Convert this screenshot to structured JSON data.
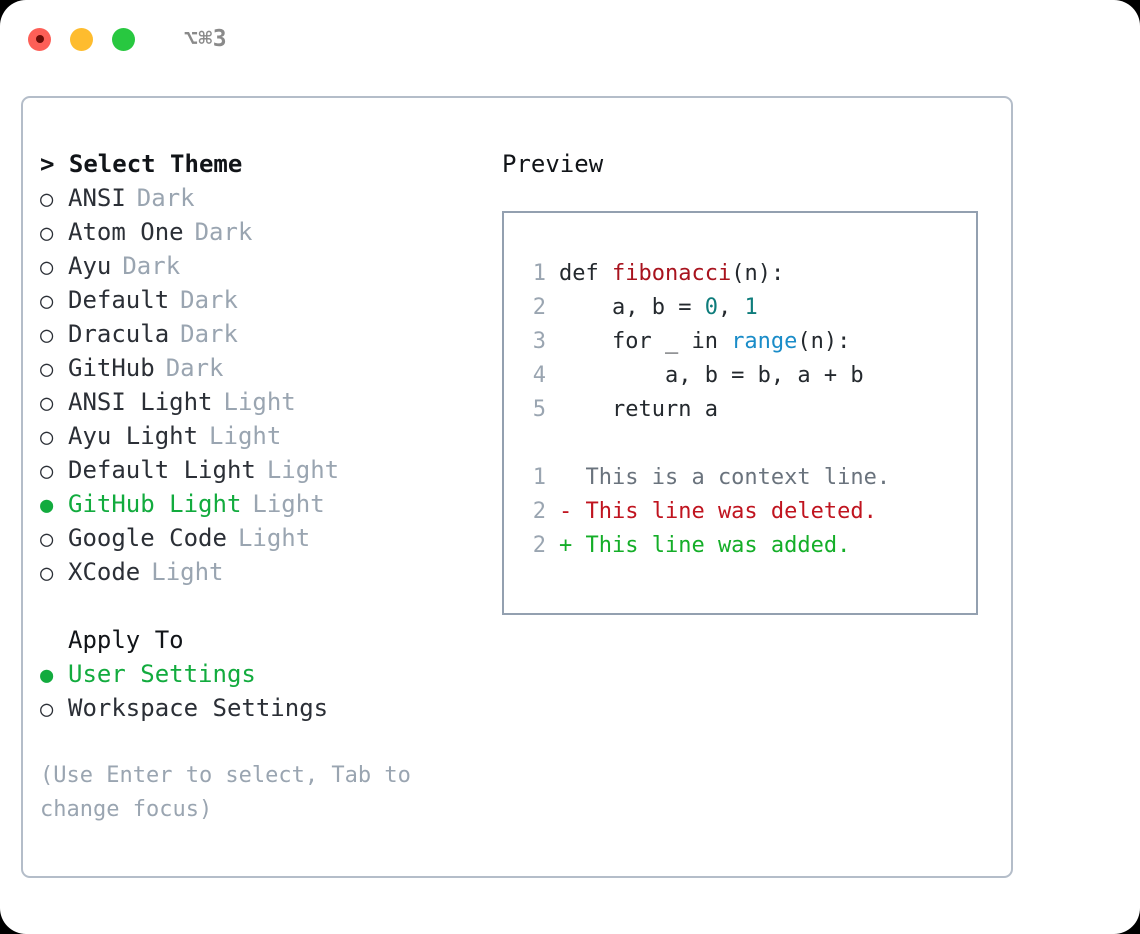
{
  "titlebar": {
    "shortcut": "⌥⌘3",
    "lights": [
      {
        "name": "close",
        "color": "#fd5f57"
      },
      {
        "name": "minimize",
        "color": "#febc2e"
      },
      {
        "name": "maximize",
        "color": "#28c840"
      }
    ]
  },
  "theme_picker": {
    "heading": "> Select Theme",
    "marker_unselected": "○",
    "marker_selected": "●",
    "accent_color": "#12ab3e",
    "items": [
      {
        "label": "ANSI",
        "badge": "Dark",
        "selected": false
      },
      {
        "label": "Atom One",
        "badge": "Dark",
        "selected": false
      },
      {
        "label": "Ayu",
        "badge": "Dark",
        "selected": false
      },
      {
        "label": "Default",
        "badge": "Dark",
        "selected": false
      },
      {
        "label": "Dracula",
        "badge": "Dark",
        "selected": false
      },
      {
        "label": "GitHub",
        "badge": "Dark",
        "selected": false
      },
      {
        "label": "ANSI Light",
        "badge": "Light",
        "selected": false
      },
      {
        "label": "Ayu Light",
        "badge": "Light",
        "selected": false
      },
      {
        "label": "Default Light",
        "badge": "Light",
        "selected": false
      },
      {
        "label": "GitHub Light",
        "badge": "Light",
        "selected": true
      },
      {
        "label": "Google Code",
        "badge": "Light",
        "selected": false
      },
      {
        "label": "XCode",
        "badge": "Light",
        "selected": false
      }
    ]
  },
  "apply_to": {
    "heading": "Apply To",
    "items": [
      {
        "label": "User Settings",
        "selected": true
      },
      {
        "label": "Workspace Settings",
        "selected": false
      }
    ]
  },
  "hint": "(Use Enter to select, Tab to change focus)",
  "preview": {
    "heading": "Preview",
    "code_lines": [
      {
        "number": "1",
        "tokens": [
          {
            "text": "def ",
            "type": "plain"
          },
          {
            "text": "fibonacci",
            "type": "function"
          },
          {
            "text": "(n):",
            "type": "plain"
          }
        ]
      },
      {
        "number": "2",
        "tokens": [
          {
            "text": "    a, b = ",
            "type": "plain"
          },
          {
            "text": "0",
            "type": "number"
          },
          {
            "text": ", ",
            "type": "plain"
          },
          {
            "text": "1",
            "type": "number"
          }
        ]
      },
      {
        "number": "3",
        "tokens": [
          {
            "text": "    for _ in ",
            "type": "plain"
          },
          {
            "text": "range",
            "type": "builtin"
          },
          {
            "text": "(n):",
            "type": "plain"
          }
        ]
      },
      {
        "number": "4",
        "tokens": [
          {
            "text": "        a, b = b, a + b",
            "type": "plain"
          }
        ]
      },
      {
        "number": "5",
        "tokens": [
          {
            "text": "    return a",
            "type": "plain"
          }
        ]
      }
    ],
    "diff_lines": [
      {
        "number": "1",
        "text": "  This is a context line.",
        "kind": "context"
      },
      {
        "number": "2",
        "text": "- This line was deleted.",
        "kind": "deleted"
      },
      {
        "number": "2",
        "text": "+ This line was added.",
        "kind": "added"
      }
    ],
    "colors": {
      "function": "#a8131e",
      "number": "#0e7c7b",
      "builtin": "#1a8cc8",
      "plain": "#24292e",
      "line_number": "#9aa5b1",
      "diff_context": "#6a737d",
      "diff_deleted": "#c0141f",
      "diff_added": "#14ae28"
    }
  }
}
